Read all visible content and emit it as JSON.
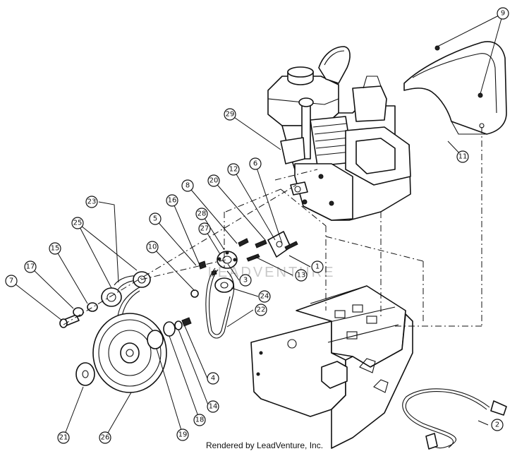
{
  "credit": "Rendered by LeadVenture, Inc.",
  "watermark": "LEADVENTURE",
  "callouts": [
    {
      "label": "1"
    },
    {
      "label": "2"
    },
    {
      "label": "3"
    },
    {
      "label": "4"
    },
    {
      "label": "5"
    },
    {
      "label": "6"
    },
    {
      "label": "7"
    },
    {
      "label": "8"
    },
    {
      "label": "9"
    },
    {
      "label": "10"
    },
    {
      "label": "11"
    },
    {
      "label": "12"
    },
    {
      "label": "13"
    },
    {
      "label": "14"
    },
    {
      "label": "15"
    },
    {
      "label": "16"
    },
    {
      "label": "17"
    },
    {
      "label": "18"
    },
    {
      "label": "19"
    },
    {
      "label": "20"
    },
    {
      "label": "21"
    },
    {
      "label": "22"
    },
    {
      "label": "23"
    },
    {
      "label": "24"
    },
    {
      "label": "25"
    },
    {
      "label": "26"
    },
    {
      "label": "27"
    },
    {
      "label": "28"
    },
    {
      "label": "29"
    }
  ]
}
